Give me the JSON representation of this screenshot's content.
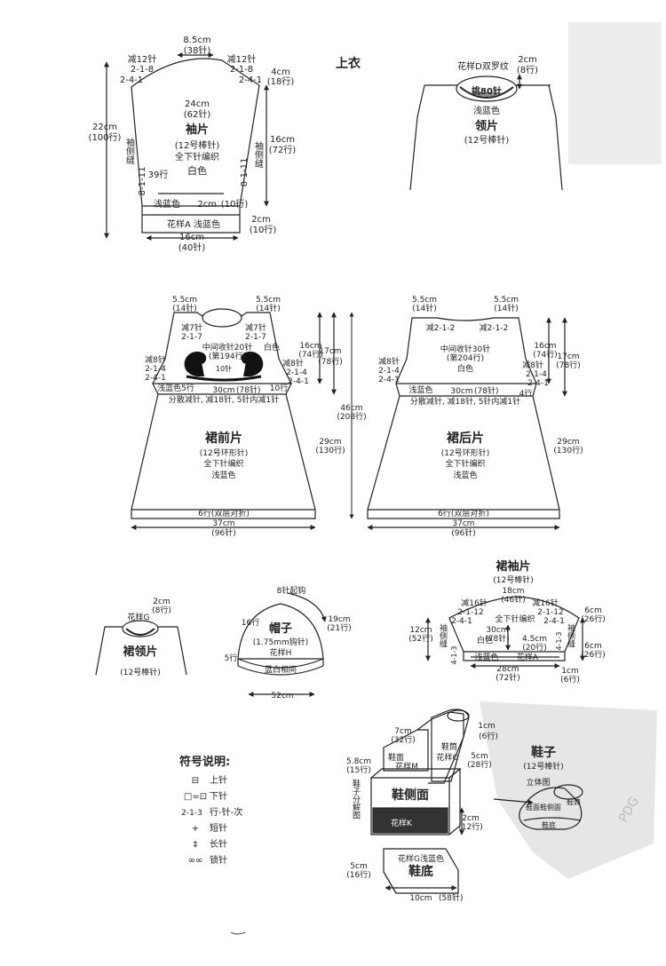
{
  "top_section_title": "上衣",
  "sleeve": {
    "name": "袖片",
    "needle": "(12号棒针)",
    "stitch": "全下针编织",
    "color": "白色",
    "top_cm": "8.5cm",
    "top_st": "(38针)",
    "left_dec": "减12针",
    "left_r1": "2-1-8",
    "left_r2": "2-4-1",
    "right_dec": "减12针",
    "right_r1": "2-1-8",
    "right_r2": "2-4-1",
    "right_cap_cm": "4cm",
    "right_cap_rows": "(18行)",
    "width_cm": "24cm",
    "width_st": "(62针)",
    "height_cm": "22cm",
    "height_rows": "(100行)",
    "side_cm": "16cm",
    "side_rows": "(72行)",
    "seam_left": "袖侧缝",
    "seam_right": "袖侧缝",
    "inc_left": "8-1-11",
    "inc_right": "8-1-11",
    "rows39": "39行",
    "cuff_color": "浅蓝色",
    "cuff_cm": "2cm",
    "cuff_rows": "(10行)",
    "pattern": "花样A  浅蓝色",
    "band_cm": "2cm",
    "band_rows": "(10行)",
    "bottom_cm": "16cm",
    "bottom_st": "(40针)"
  },
  "collar": {
    "name": "领片",
    "needle": "(12号棒针)",
    "pattern": "花样D双罗纹",
    "pick": "挑80针",
    "color": "浅蓝色",
    "cm": "2cm",
    "rows": "(8行)"
  },
  "front": {
    "name": "裙前片",
    "needle": "(12号环形针)",
    "stitch": "全下针编织",
    "color": "浅蓝色",
    "shoulder_l_cm": "5.5cm",
    "shoulder_l_st": "(14针)",
    "shoulder_r_cm": "5.5cm",
    "shoulder_r_st": "(14针)",
    "neck_l": "减7针",
    "neck_l_r": "2-1-7",
    "neck_r": "减7针",
    "neck_r_r": "2-1-7",
    "center": "中间收针20针",
    "center2": "(第194行)",
    "white": "白色",
    "arm_l": "减8针",
    "arm_l_r1": "2-1-4",
    "arm_l_r2": "2-4-1",
    "arm_r": "减8针",
    "arm_r_r1": "2-1-4",
    "arm_r_r2": "2-4-1",
    "n10": "10针",
    "band_left": "浅蓝色5行",
    "width_cm": "30cm",
    "width_st": "(78针)",
    "rows10": "10行",
    "dec_note": "分散减针, 减18针, 5针内减1针",
    "h16_cm": "16cm",
    "h16_rows": "(74行)",
    "h17_cm": "17cm",
    "h17_rows": "(78行)",
    "total_cm": "46cm",
    "total_rows": "(208行)",
    "skirt_cm": "29cm",
    "skirt_rows": "(130行)",
    "hem": "6行(双层对折)",
    "bottom_cm": "37cm",
    "bottom_st": "(96针)"
  },
  "back": {
    "name": "裙后片",
    "needle": "(12号环形针)",
    "stitch": "全下针编织",
    "color": "浅蓝色",
    "shoulder_l_cm": "5.5cm",
    "shoulder_l_st": "(14针)",
    "shoulder_r_cm": "5.5cm",
    "shoulder_r_st": "(14针)",
    "neck_l_r": "减2-1-2",
    "neck_r_r": "减2-1-2",
    "center": "中间收针30针",
    "center2": "(第204行)",
    "white": "白色",
    "arm_l": "减8针",
    "arm_l_r1": "2-1-4",
    "arm_l_r2": "2-4-1",
    "arm_r": "减8针",
    "arm_r_r1": "2-1-4",
    "arm_r_r2": "2-4-1",
    "band_color": "浅蓝色",
    "width_cm": "30cm",
    "width_st": "(78针)",
    "rows4": "4行",
    "dec_note": "分散减针, 减18针, 5针内减1针",
    "h16_cm": "16cm",
    "h16_rows": "(74行)",
    "h17_cm": "17cm",
    "h17_rows": "(78行)",
    "skirt_cm": "29cm",
    "skirt_rows": "(130行)",
    "hem": "6行(双层对折)",
    "bottom_cm": "37cm",
    "bottom_st": "(96针)"
  },
  "skirt_collar": {
    "name": "裙领片",
    "needle": "(12号棒针)",
    "pattern": "花样G",
    "cm": "2cm",
    "rows": "(8行)"
  },
  "hat": {
    "name": "帽子",
    "needle": "(1.75mm钩针)",
    "pattern": "花样H",
    "start": "8针起钩",
    "rows16": "16行",
    "rows5": "5行",
    "right_cm": "19cm",
    "right_rows": "(21行)",
    "edge": "蓝白相间",
    "bottom": "52cm"
  },
  "skirt_sleeve": {
    "name": "裙袖片",
    "needle": "(12号棒针)",
    "top_cm": "18cm",
    "top_st": "(46针)",
    "left_dec": "减16针",
    "left_r1": "2-1-12",
    "left_r2": "2-4-1",
    "right_dec": "减16针",
    "right_r1": "2-1-12",
    "right_r2": "2-4-1",
    "stitch": "全下针编织",
    "cap_cm": "6cm",
    "cap_rows": "(26行)",
    "left_cm": "12cm",
    "left_rows": "(52行)",
    "width_cm": "30cm",
    "width_st": "(78针)",
    "inner_cm": "4.5cm",
    "inner_rows": "(20行)",
    "white": "白色",
    "seam_l": "袖侧缝",
    "seam_r": "袖侧缝",
    "inc_l": "4-1-3",
    "inc_r": "4-1-3",
    "right_cm": "6cm",
    "right_rows": "(26行)",
    "band_color": "浅蓝色",
    "pattern": "花样A",
    "bottom_cm": "28cm",
    "bottom_st": "(72针)",
    "band_cm": "1cm",
    "band_rows": "(6行)"
  },
  "legend": {
    "title": "符号说明:",
    "items": [
      {
        "sym": "⊟",
        "label": "上针"
      },
      {
        "sym": "□=⊡",
        "label": "下针"
      },
      {
        "sym": "2-1-3",
        "label": "行-针-次"
      },
      {
        "sym": "+",
        "label": "短针"
      },
      {
        "sym": "‡",
        "label": "长针"
      },
      {
        "sym": "∞∞",
        "label": "锁针"
      }
    ]
  },
  "shoe": {
    "title": "鞋子",
    "needle": "(12号棒针)",
    "view3d": "立体图",
    "upper_cm": "7cm",
    "upper_rows": "(32行)",
    "tube_cm": "1cm",
    "tube_rows": "(6行)",
    "face": "鞋面",
    "face_pattern": "花样M",
    "tube": "鞋筒",
    "tube_pattern": "花样G",
    "tube_h_cm": "5cm",
    "tube_h_rows": "(28行)",
    "left_cm": "5.8cm",
    "left_rows": "(15行)",
    "side_title": "鞋侧面",
    "pattern_k": "花样K",
    "side_cm": "2cm",
    "side_rows": "(12行)",
    "exploded": "鞋子分解图",
    "sole_pattern": "花样G浅蓝色",
    "sole": "鞋底",
    "sole_left_cm": "5cm",
    "sole_left_rows": "(16行)",
    "sole_cm": "10cm",
    "sole_st": "(58针)",
    "d3_face": "鞋面",
    "d3_side": "鞋侧面",
    "d3_sole": "鞋底",
    "d3_tube": "鞋筒"
  },
  "watermark": {
    "label": "PDG"
  }
}
